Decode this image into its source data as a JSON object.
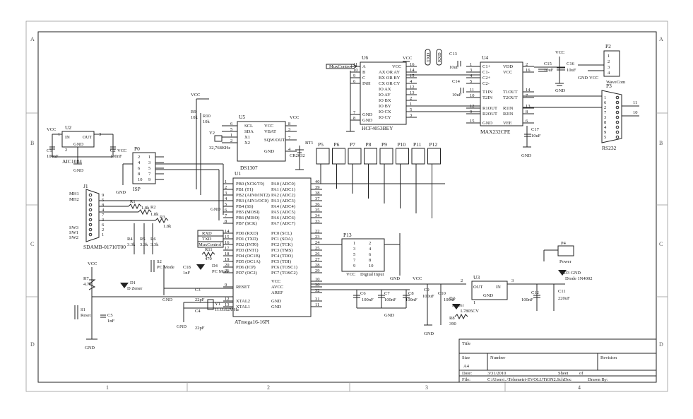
{
  "zones": {
    "cols": [
      "1",
      "2",
      "3",
      "4"
    ],
    "rows": [
      "A",
      "B",
      "C",
      "D"
    ]
  },
  "u6": {
    "ref": "U6",
    "part": "HCF4053BEY",
    "vcc": "VCC",
    "muxcontrol": "MuxControl",
    "left": [
      [
        "11",
        "A"
      ],
      [
        "10",
        "B"
      ],
      [
        "9",
        "C"
      ],
      [
        "6",
        "INH"
      ],
      [
        "7",
        "GND"
      ],
      [
        "8",
        "GND"
      ]
    ],
    "right": [
      [
        "16",
        "VCC"
      ],
      [
        "AX OR AY",
        "14"
      ],
      [
        "BX OR BY",
        "15"
      ],
      [
        "CX OR CY",
        "4"
      ],
      [
        "IO AX",
        "12"
      ],
      [
        "IO AY",
        "13"
      ],
      [
        "IO BX",
        "2"
      ],
      [
        "IO BY",
        "1"
      ],
      [
        "IO CX",
        "5"
      ],
      [
        "IO CY",
        "3"
      ]
    ]
  },
  "u4": {
    "ref": "U4",
    "part": "MAX232CPE",
    "c13": "C13",
    "c13v": "10uF",
    "c14": "C14",
    "c14v": "10uF",
    "txd": "TXD",
    "rxd": "RXD",
    "left": [
      [
        "1",
        "C1+"
      ],
      [
        "3",
        "C1-"
      ],
      [
        "4",
        "C2+"
      ],
      [
        "5",
        "C2-"
      ],
      [
        "11",
        "T1IN"
      ],
      [
        "10",
        "T2IN"
      ],
      [
        "12",
        "R1OUT"
      ],
      [
        "9",
        "R2OUT"
      ],
      [
        "15",
        "GND"
      ]
    ],
    "right": [
      [
        "VDD",
        "2"
      ],
      [
        "VCC",
        "16"
      ],
      [
        "T1OUT",
        "14"
      ],
      [
        "T2OUT",
        "7"
      ],
      [
        "R1IN",
        "13"
      ],
      [
        "R2IN",
        "8"
      ],
      [
        "VEE",
        "6"
      ]
    ]
  },
  "p2": {
    "ref": "P2",
    "name": "WaveCom",
    "pins": [
      "1",
      "2",
      "3",
      "4"
    ],
    "gnd": "GND",
    "vcc": "VCC"
  },
  "p3": {
    "ref": "P3",
    "name": "RS232",
    "n11": "11",
    "n10": "10",
    "pins": [
      "1",
      "6",
      "2",
      "7",
      "3",
      "8",
      "4",
      "9",
      "5"
    ]
  },
  "caps_top": {
    "c15": "C15",
    "c15v": "10uF",
    "c16": "C16",
    "c16v": "10uF",
    "c17": "C17",
    "c17v": "10uF",
    "gnd": "GND",
    "vcc": "VCC"
  },
  "u5": {
    "ref": "U5",
    "part": "DS1307",
    "left": [
      [
        "6",
        "SCL"
      ],
      [
        "5",
        "SDA"
      ],
      [
        "1",
        "X1"
      ],
      [
        "2",
        "X2"
      ]
    ],
    "right": [
      "VCC",
      "VBAT",
      "SQW/OUT",
      "GND"
    ],
    "rpins": [
      "8",
      "3",
      "7",
      "4"
    ],
    "y2": "Y2",
    "y2v": "32,768KHz",
    "r9": "R9",
    "r9v": "10k",
    "r10": "R10",
    "r10v": "10k",
    "bt1": "BT1",
    "bt1v": "CR2032",
    "vcc": "VCC"
  },
  "u2": {
    "ref": "U2",
    "part": "AIC1084",
    "in": "IN",
    "out": "OUT",
    "gnd": "GND",
    "p1": "1",
    "p2": "2",
    "p3": "3",
    "c1": "C1",
    "c1v": "100nF",
    "c2": "C2",
    "c2v": "100nF",
    "vcc": "VCC",
    "vcc2": "VCC",
    "gndlbl": "GND"
  },
  "p0": {
    "ref": "P0",
    "name": "ISP",
    "left": [
      "2",
      "4",
      "6",
      "8",
      "10"
    ],
    "right": [
      "1",
      "3",
      "5",
      "7",
      "9"
    ],
    "gnd": "GND"
  },
  "j1": {
    "ref": "J1",
    "name": "SDAMB-01710T00",
    "pins": [
      "9",
      "5",
      "8",
      "4",
      "7",
      "3",
      "6",
      "2",
      "1"
    ],
    "mh1": "MH1",
    "mh2": "MH2",
    "sw3": "SW3",
    "sw1": "SW1",
    "sw2": "SW2"
  },
  "r123": {
    "r1": "R1",
    "r2": "R2",
    "r3": "R3",
    "v": "1.8k",
    "r4": "R4",
    "r5": "R5",
    "r6": "R6",
    "v2": "3.3k"
  },
  "u1": {
    "ref": "U1",
    "part": "ATmega16-16PI",
    "left": [
      [
        "1",
        "PB0 (XCK/T0)"
      ],
      [
        "2",
        "PB1 (T1)"
      ],
      [
        "3",
        "PB2 (AIN0/INT2)"
      ],
      [
        "4",
        "PB3 (AIN1/OC0)"
      ],
      [
        "5",
        "PB4 (SS)"
      ],
      [
        "6",
        "PB5 (MOSI)"
      ],
      [
        "7",
        "PB6 (MISO)"
      ],
      [
        "8",
        "PB7 (SCK)"
      ],
      [
        "14",
        "PD0 (RXD)"
      ],
      [
        "15",
        "PD1 (TXD)"
      ],
      [
        "16",
        "PD2 (INT0)"
      ],
      [
        "17",
        "PD3 (INT1)"
      ],
      [
        "18",
        "PD4 (OC1B)"
      ],
      [
        "19",
        "PD5 (OC1A)"
      ],
      [
        "20",
        "PD6 (ICP)"
      ],
      [
        "21",
        "PD7 (OC2)"
      ],
      [
        "9",
        "RESET"
      ],
      [
        "12",
        "XTAL2"
      ],
      [
        "13",
        "XTAL1"
      ]
    ],
    "right": [
      [
        "PA0 (ADC0)",
        "40"
      ],
      [
        "PA1 (ADC1)",
        "39"
      ],
      [
        "PA2 (ADC2)",
        "38"
      ],
      [
        "PA3 (ADC3)",
        "37"
      ],
      [
        "PA4 (ADC4)",
        "36"
      ],
      [
        "PA5 (ADC5)",
        "35"
      ],
      [
        "PA6 (ADC6)",
        "34"
      ],
      [
        "PA7 (ADC7)",
        "33"
      ],
      [
        "PC0 (SCL)",
        "22"
      ],
      [
        "PC1 (SDA)",
        "23"
      ],
      [
        "PC2 (TCK)",
        "24"
      ],
      [
        "PC3 (TMS)",
        "25"
      ],
      [
        "PC4 (TDO)",
        "26"
      ],
      [
        "PC5 (TDI)",
        "27"
      ],
      [
        "PC6 (TOSC1)",
        "28"
      ],
      [
        "PC7 (TOSC2)",
        "29"
      ],
      [
        "VCC",
        "10"
      ],
      [
        "AVCC",
        "30"
      ],
      [
        "AREF",
        "32"
      ],
      [
        "GND",
        "31"
      ],
      [
        "GND",
        "11"
      ]
    ],
    "rxd": "RXD",
    "txd": "TXD",
    "mux": "MuxControl",
    "gnd": "GND"
  },
  "headers": [
    "P5",
    "P6",
    "P7",
    "P8",
    "P9",
    "P10",
    "P11",
    "P12"
  ],
  "p13": {
    "ref": "P13",
    "name": "Digital Input",
    "vcc": "VCC",
    "gnd": "GND",
    "left": [
      "1",
      "3",
      "5",
      "7",
      "9"
    ],
    "right": [
      "2",
      "4",
      "6",
      "8",
      "10"
    ]
  },
  "misc": {
    "s2": "S2",
    "s2n": "PC Mode",
    "r11": "R11",
    "r11v": "470",
    "d4": "D4",
    "d4n": "PC Mode",
    "c18": "C18",
    "c18v": "1nF",
    "c3": "C3",
    "c3v": "22pF",
    "c4": "C4",
    "c4v": "22pF",
    "y1": "Y1",
    "y1v": "11.0592MHz",
    "r7": "R7",
    "r7v": "4.7k",
    "d1": "D1",
    "d1n": "D Zener",
    "s1": "S1",
    "s1n": "Reset",
    "c5": "C5",
    "c5v": "1nF",
    "vcc": "VCC",
    "gnd": "GND"
  },
  "power": {
    "c6": "C6",
    "c6v": "100nF",
    "c7": "C7",
    "c7v": "100nF",
    "c8": "C8",
    "c8v": "100nF",
    "c9": "C9",
    "c9v": "100uF",
    "c10": "C10",
    "c10v": "100nF",
    "u3": "U3",
    "u3p": "L7805CV",
    "out": "OUT",
    "in": "IN",
    "gndp": "GND",
    "p1": "1",
    "p2": "2",
    "p3": "3",
    "d2": "D2",
    "d2n": "Power",
    "r8": "R8",
    "r8v": "390",
    "c12": "C12",
    "c12v": "100nF",
    "c11": "C11",
    "c11v": "220uF",
    "d3": "D3",
    "d3n": "Diode 1N4002",
    "p4": "P4",
    "p4n": "Power",
    "gnd": "GND",
    "vcc": "VCC"
  },
  "title_block": {
    "title": "Title",
    "size_lbl": "Size",
    "size": "A4",
    "number_lbl": "Number",
    "revision_lbl": "Revision",
    "date_lbl": "Date:",
    "date": "3/31/2010",
    "sheet_lbl": "Sheet",
    "of": "of",
    "file_lbl": "File:",
    "file": "C:\\Users\\..\\Telemetri-EVOLUTiON2.SchDoc",
    "drawn": "Drawn By:"
  }
}
